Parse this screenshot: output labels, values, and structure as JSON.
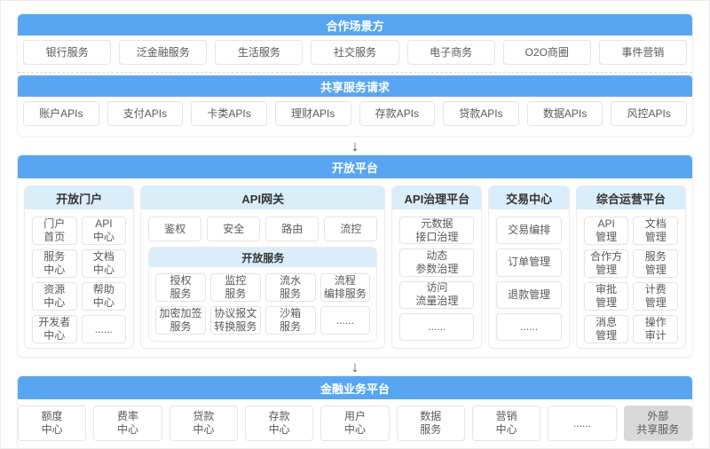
{
  "palette": {
    "primary_blue": "#58a6f2",
    "light_blue": "#daedfb",
    "box_border": "#e4e4e4",
    "text_dark": "#595959",
    "grey_box_bg": "#d9d9d9",
    "dashed": "#d8d8d8",
    "arrow_color": "#555555"
  },
  "icons": {
    "down_arrow": "↓"
  },
  "partners": {
    "title": "合作场景方",
    "items": [
      "银行服务",
      "泛金融服务",
      "生活服务",
      "社交服务",
      "电子商务",
      "O2O商圈",
      "事件营销"
    ]
  },
  "shared": {
    "title": "共享服务请求",
    "items": [
      "账户APIs",
      "支付APIs",
      "卡类APIs",
      "理财APIs",
      "存款APIs",
      "贷款APIs",
      "数据APIs",
      "风控APIs"
    ]
  },
  "open_platform": {
    "title": "开放平台",
    "columns": [
      {
        "name": "开放门户",
        "items": [
          [
            "门户",
            "首页"
          ],
          [
            "API",
            "中心"
          ],
          [
            "服务",
            "中心"
          ],
          [
            "文档",
            "中心"
          ],
          [
            "资源",
            "中心"
          ],
          [
            "帮助",
            "中心"
          ],
          [
            "开发者",
            "中心"
          ],
          [
            "......"
          ]
        ]
      },
      {
        "name": "API网关",
        "gateway_items": [
          "鉴权",
          "安全",
          "路由",
          "流控"
        ],
        "sub": {
          "name": "开放服务",
          "items": [
            [
              "授权",
              "服务"
            ],
            [
              "监控",
              "服务"
            ],
            [
              "流水",
              "服务"
            ],
            [
              "流程",
              "编排服务"
            ],
            [
              "加密加签",
              "服务"
            ],
            [
              "协议报文",
              "转换服务"
            ],
            [
              "沙箱",
              "服务"
            ],
            [
              "......"
            ]
          ]
        }
      },
      {
        "name": "API治理平台",
        "items": [
          [
            "元数据",
            "接口治理"
          ],
          [
            "动态",
            "参数治理"
          ],
          [
            "访问",
            "流量治理"
          ],
          [
            "......"
          ]
        ]
      },
      {
        "name": "交易中心",
        "items": [
          [
            "交易编排"
          ],
          [
            "订单管理"
          ],
          [
            "退款管理"
          ],
          [
            "......"
          ]
        ]
      },
      {
        "name": "综合运营平台",
        "items": [
          [
            "API",
            "管理"
          ],
          [
            "文档",
            "管理"
          ],
          [
            "合作方",
            "管理"
          ],
          [
            "服务",
            "管理"
          ],
          [
            "审批",
            "管理"
          ],
          [
            "计费",
            "管理"
          ],
          [
            "消息",
            "管理"
          ],
          [
            "操作",
            "审计"
          ]
        ]
      }
    ]
  },
  "financial": {
    "title": "金融业务平台",
    "items": [
      [
        "额度",
        "中心"
      ],
      [
        "费率",
        "中心"
      ],
      [
        "贷款",
        "中心"
      ],
      [
        "存款",
        "中心"
      ],
      [
        "用户",
        "中心"
      ],
      [
        "数据",
        "服务"
      ],
      [
        "营销",
        "中心"
      ],
      [
        "......"
      ],
      [
        "外部",
        "共享服务"
      ]
    ]
  }
}
